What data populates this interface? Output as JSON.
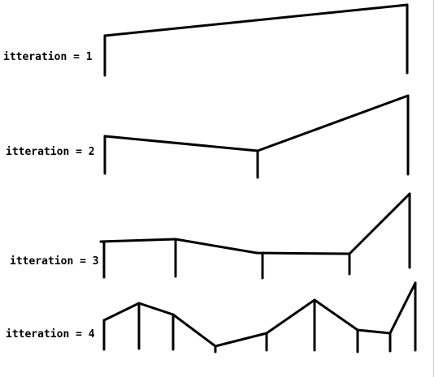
{
  "style": {
    "stroke_color": "#000000",
    "background": "#ffffff"
  },
  "iterations": [
    {
      "label": "itteration = 1"
    },
    {
      "label": "itteration = 2"
    },
    {
      "label": "itteration = 3"
    },
    {
      "label": "itteration = 4"
    }
  ]
}
